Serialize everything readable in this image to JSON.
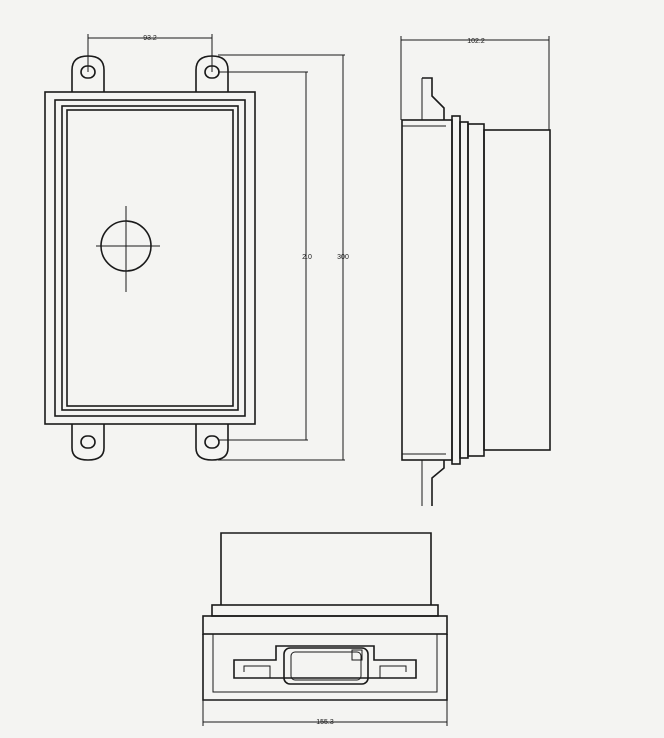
{
  "dimensions": {
    "top_hole_spacing": "93.2",
    "side_depth": "102.2",
    "inner_height": "2.0",
    "overall_height": "300",
    "bottom_width": "155.3"
  },
  "colors": {
    "background": "#f4f4f2",
    "line": "#1a1a1a"
  }
}
